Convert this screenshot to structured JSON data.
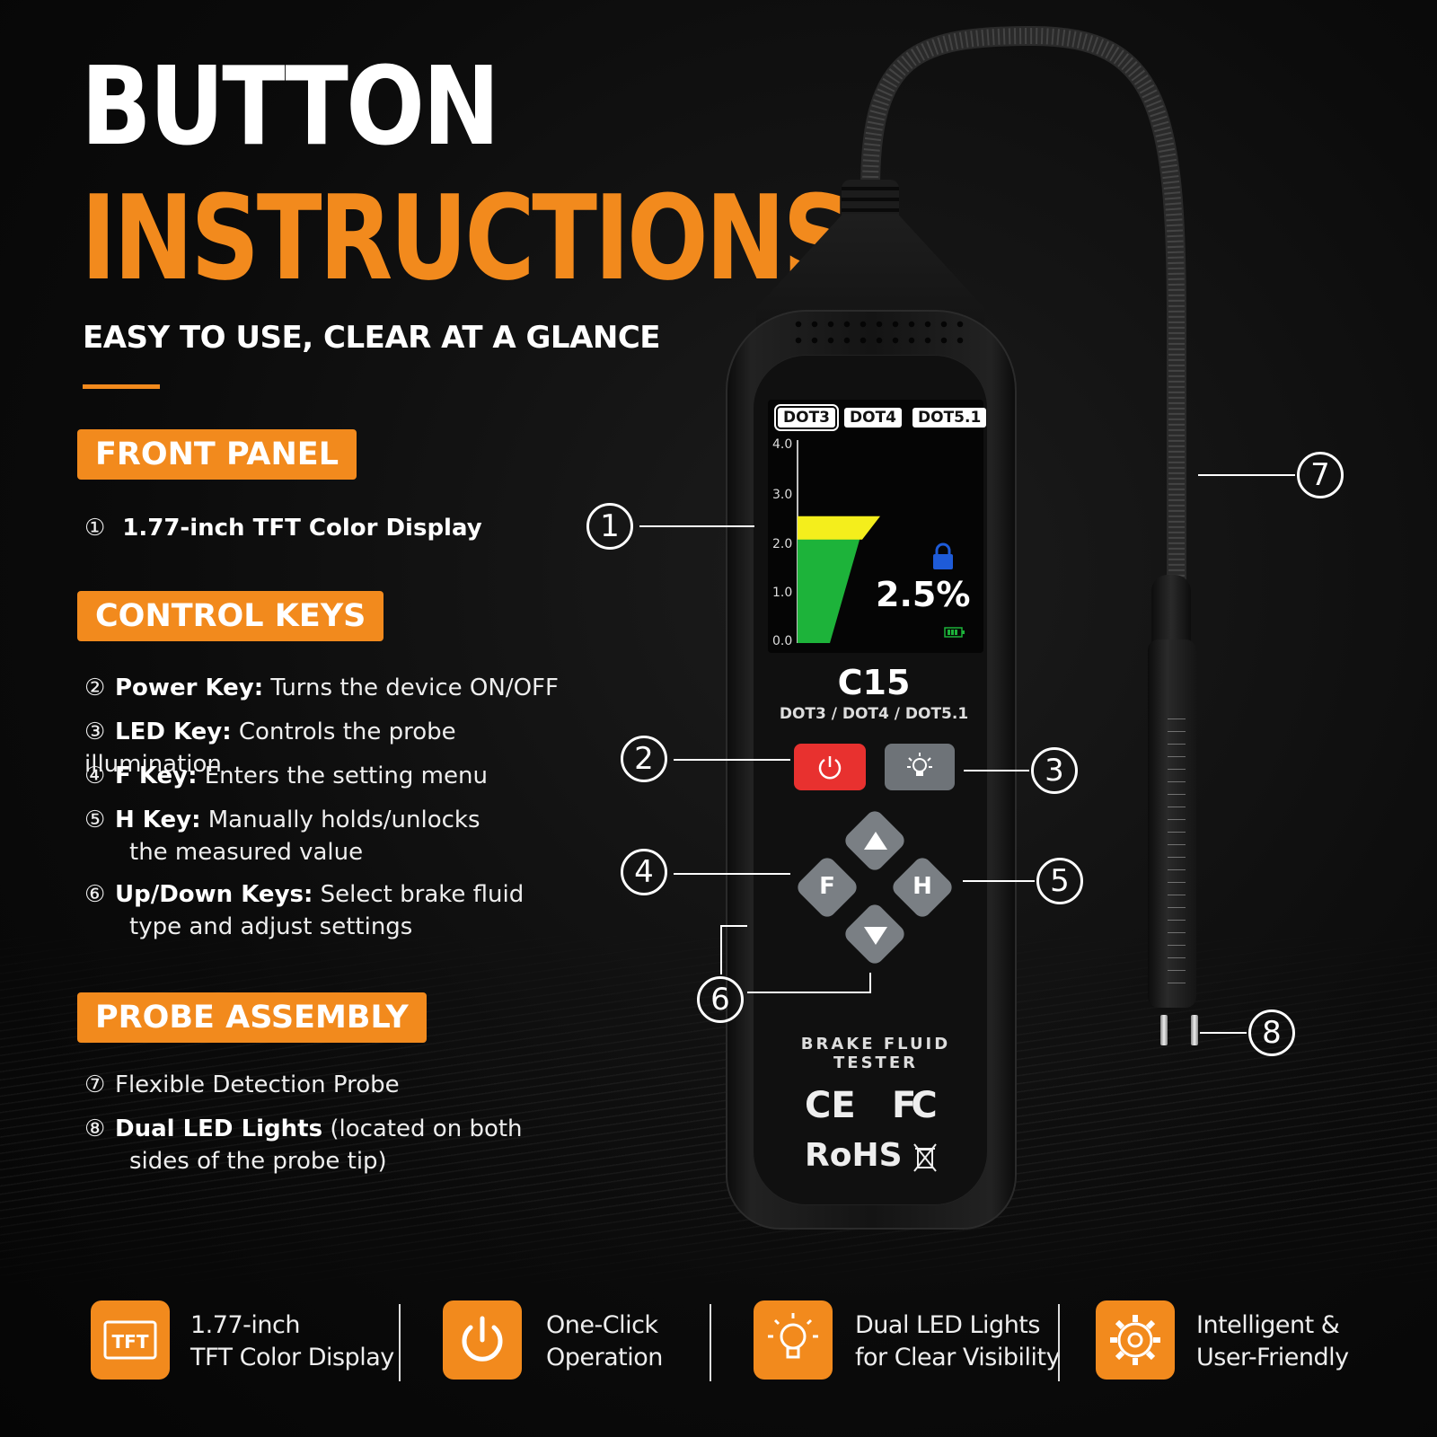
{
  "header": {
    "title_line1": "BUTTON",
    "title_line2": "INSTRUCTIONS",
    "subtitle": "EASY TO USE, CLEAR AT A GLANCE"
  },
  "sections": {
    "front_panel": {
      "label": "FRONT PANEL",
      "items": [
        {
          "num": "①",
          "text": "1.77-inch TFT Color Display"
        }
      ]
    },
    "control_keys": {
      "label": "CONTROL KEYS",
      "items": [
        {
          "num": "②",
          "key": "Power Key:",
          "text": " Turns the device ON/OFF"
        },
        {
          "num": "③",
          "key": "LED Key:",
          "text": " Controls the probe illumination"
        },
        {
          "num": "④",
          "key": "F Key:",
          "text": " Enters the setting menu"
        },
        {
          "num": "⑤",
          "key": "H Key:",
          "text": " Manually holds/unlocks",
          "cont": "the measured value"
        },
        {
          "num": "⑥",
          "key": "Up/Down Keys:",
          "text": " Select brake fluid",
          "cont": "type and adjust settings"
        }
      ]
    },
    "probe_assembly": {
      "label": "PROBE ASSEMBLY",
      "items": [
        {
          "num": "⑦",
          "text": "Flexible Detection Probe"
        },
        {
          "num": "⑧",
          "key": "Dual LED Lights",
          "text": " (located on both",
          "cont": "sides of the probe tip)"
        }
      ]
    }
  },
  "device": {
    "screen": {
      "tabs": [
        "DOT3",
        "DOT4",
        "DOT5.1"
      ],
      "selected_tab": "DOT3",
      "axis_ticks": [
        "4.0",
        "3.0",
        "2.0",
        "1.0",
        "0.0"
      ],
      "reading": "2.5%",
      "gauge_level": 2.5,
      "gauge_max": 4.0
    },
    "model": "C15",
    "model_sub": "DOT3 / DOT4 / DOT5.1",
    "keys": {
      "f": "F",
      "h": "H"
    },
    "brand_line1": "BRAKE FLUID",
    "brand_line2": "TESTER",
    "certs": {
      "ce": "CE",
      "fc": "FC",
      "rohs": "RoHS"
    }
  },
  "callouts": [
    "1",
    "2",
    "3",
    "4",
    "5",
    "6",
    "7",
    "8"
  ],
  "features": [
    {
      "icon": "tft-icon",
      "icon_text": "TFT",
      "line1": "1.77-inch",
      "line2": "TFT Color Display"
    },
    {
      "icon": "power-icon",
      "line1": "One-Click",
      "line2": "Operation"
    },
    {
      "icon": "bulb-icon",
      "line1": "Dual LED Lights",
      "line2": "for Clear Visibility"
    },
    {
      "icon": "gear-icon",
      "line1": "Intelligent &",
      "line2": "User-Friendly"
    }
  ],
  "colors": {
    "accent": "#f28a1d",
    "power_key": "#e8312f",
    "gauge_green": "#1db33a",
    "gauge_yellow": "#f4ee1c",
    "lock_blue": "#1e5bd8"
  }
}
